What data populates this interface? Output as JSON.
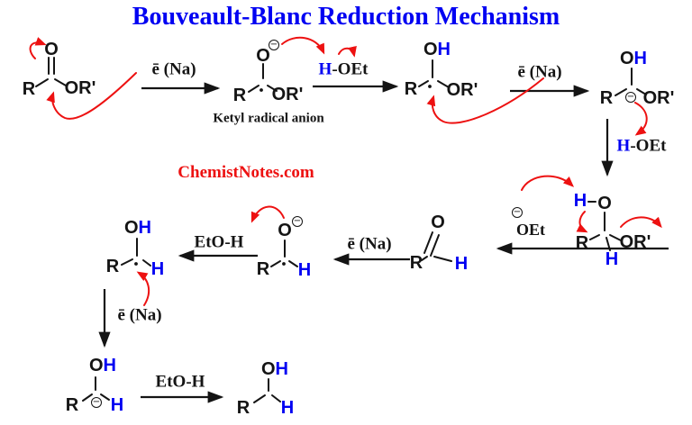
{
  "title": "Bouveault-Blanc Reduction Mechanism",
  "watermark": "ChemistNotes.com",
  "colors": {
    "heading_blue": "#0000f2",
    "atom_blue": "#0000f2",
    "arrow_red": "#ed1111",
    "bond_black": "#141414",
    "background": "#ffffff"
  },
  "labels": {
    "electron_na": "ē (Na)",
    "h_oet": {
      "h": "H",
      "oet": "-OEt"
    },
    "eto_h": "EtO-H",
    "ethoxide": "OEt",
    "ketyl_caption": "Ketyl radical anion",
    "minus": "−"
  },
  "icons": {
    "circled_minus": "⊖",
    "radical_dot": "•"
  },
  "molecules": {
    "ester": {
      "R": "R",
      "O": "O",
      "OR": "OR'"
    },
    "ketyl_anion": {
      "R": "R",
      "O": "O",
      "OR": "OR'"
    },
    "radical_1": {
      "R": "R",
      "O": "O",
      "H": "H",
      "OR": "OR'"
    },
    "carbanion_1": {
      "R": "R",
      "O": "O",
      "H": "H",
      "OR": "OR'"
    },
    "hemiacetal": {
      "H_top": "H",
      "O": "O",
      "R": "R",
      "OR": "OR'",
      "H_bottom": "H"
    },
    "aldehyde": {
      "R": "R",
      "O": "O",
      "H": "H"
    },
    "ketyl_2": {
      "R": "R",
      "O": "O",
      "H": "H"
    },
    "radical_2": {
      "R": "R",
      "O": "O",
      "H_top": "H",
      "H_side": "H"
    },
    "carbanion_2": {
      "R": "R",
      "O": "O",
      "H_top": "H",
      "H_side": "H"
    },
    "alcohol": {
      "R": "R",
      "O": "O",
      "H_top": "H",
      "H_side": "H"
    }
  }
}
